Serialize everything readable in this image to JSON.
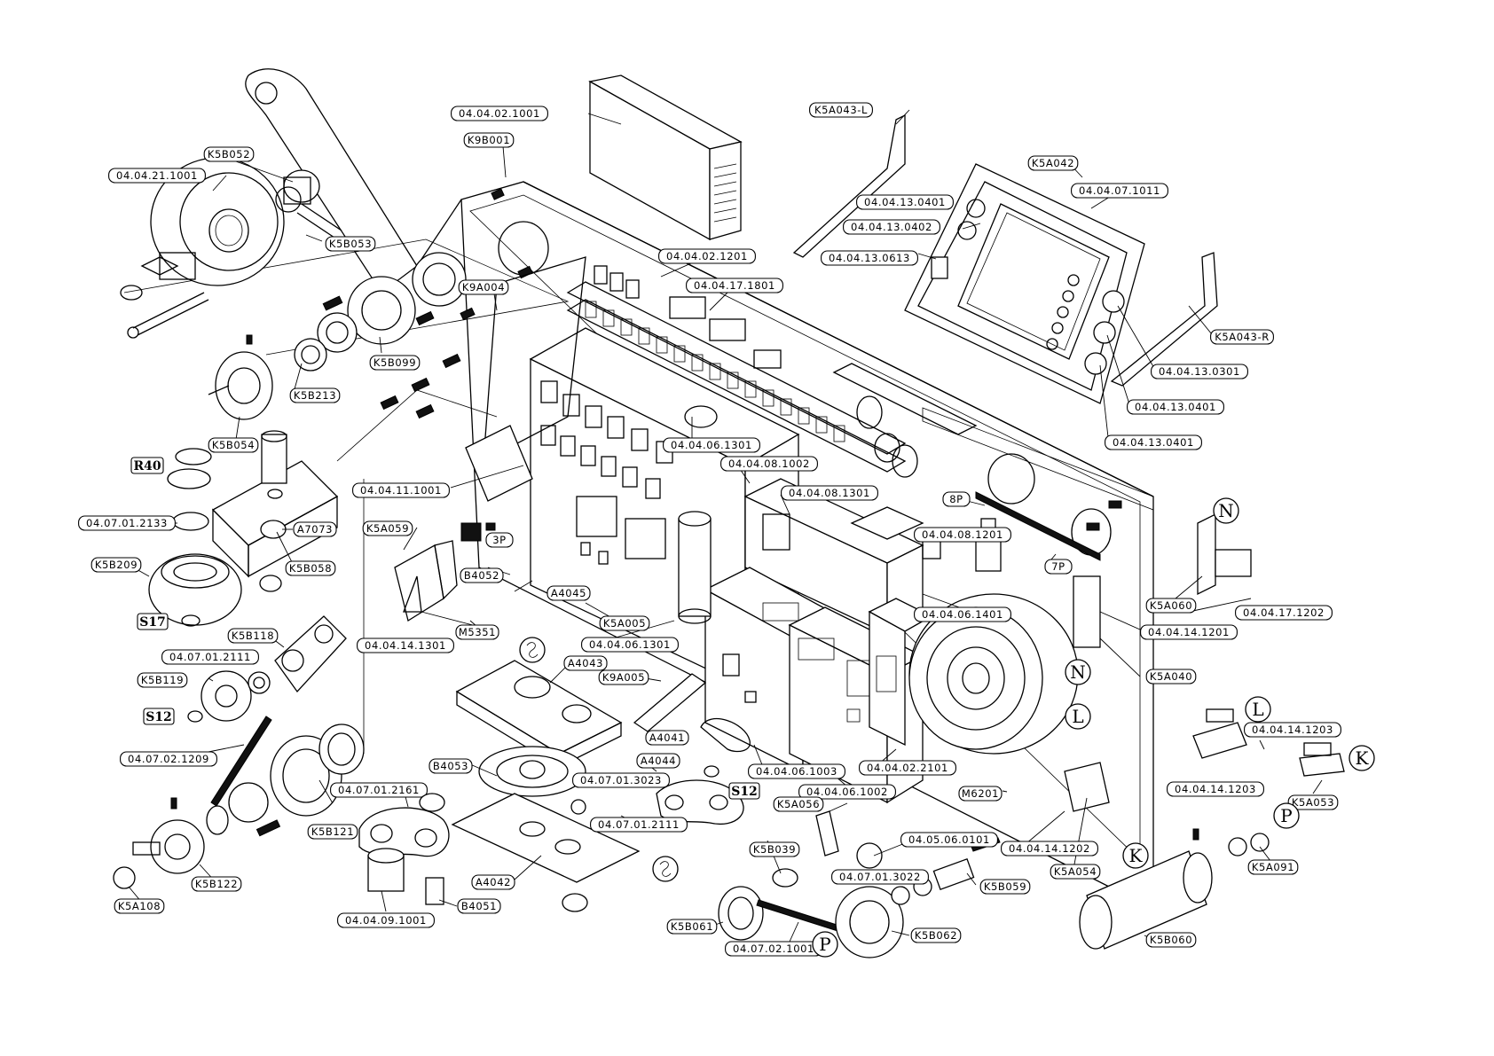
{
  "labels": [
    {
      "id": "lbl-04-04-02-1001",
      "text": "04.04.02.1001"
    },
    {
      "id": "lbl-k9b001",
      "text": "K9B001"
    },
    {
      "id": "lbl-k5a043-l",
      "text": "K5A043-L"
    },
    {
      "id": "lbl-k5b052",
      "text": "K5B052"
    },
    {
      "id": "lbl-04-04-21-1001",
      "text": "04.04.21.1001"
    },
    {
      "id": "lbl-k5a042",
      "text": "K5A042"
    },
    {
      "id": "lbl-04-04-07-1011",
      "text": "04.04.07.1011"
    },
    {
      "id": "lbl-04-04-13-0401-a",
      "text": "04.04.13.0401"
    },
    {
      "id": "lbl-04-04-13-0402",
      "text": "04.04.13.0402"
    },
    {
      "id": "lbl-04-04-13-0613",
      "text": "04.04.13.0613"
    },
    {
      "id": "lbl-k5b053",
      "text": "K5B053"
    },
    {
      "id": "lbl-04-04-02-1201",
      "text": "04.04.02.1201"
    },
    {
      "id": "lbl-k9a004",
      "text": "K9A004"
    },
    {
      "id": "lbl-04-04-17-1801",
      "text": "04.04.17.1801"
    },
    {
      "id": "lbl-k5a043-r",
      "text": "K5A043-R"
    },
    {
      "id": "lbl-k5b099",
      "text": "K5B099"
    },
    {
      "id": "lbl-04-04-13-0301",
      "text": "04.04.13.0301"
    },
    {
      "id": "lbl-k5b213",
      "text": "K5B213"
    },
    {
      "id": "lbl-04-04-13-0401-b",
      "text": "04.04.13.0401"
    },
    {
      "id": "lbl-04-04-06-1301-a",
      "text": "04.04.06.1301"
    },
    {
      "id": "lbl-04-04-13-0401-c",
      "text": "04.04.13.0401"
    },
    {
      "id": "lbl-k5b054",
      "text": "K5B054"
    },
    {
      "id": "lbl-04-04-08-1002",
      "text": "04.04.08.1002"
    },
    {
      "id": "lbl-04-04-11-1001",
      "text": "04.04.11.1001"
    },
    {
      "id": "lbl-04-04-08-1301",
      "text": "04.04.08.1301"
    },
    {
      "id": "lbl-8p",
      "text": "8P"
    },
    {
      "id": "lbl-04-07-01-2133",
      "text": "04.07.01.2133"
    },
    {
      "id": "lbl-a7073",
      "text": "A7073"
    },
    {
      "id": "lbl-k5a059",
      "text": "K5A059"
    },
    {
      "id": "lbl-3p",
      "text": "3P"
    },
    {
      "id": "lbl-04-04-08-1201",
      "text": "04.04.08.1201"
    },
    {
      "id": "lbl-k5b209",
      "text": "K5B209"
    },
    {
      "id": "lbl-k5b058",
      "text": "K5B058"
    },
    {
      "id": "lbl-b4052",
      "text": "B4052"
    },
    {
      "id": "lbl-7p",
      "text": "7P"
    },
    {
      "id": "lbl-k5a060",
      "text": "K5A060"
    },
    {
      "id": "lbl-04-04-17-1202",
      "text": "04.04.17.1202"
    },
    {
      "id": "lbl-a4045",
      "text": "A4045"
    },
    {
      "id": "lbl-04-04-06-1401",
      "text": "04.04.06.1401"
    },
    {
      "id": "lbl-k5a005",
      "text": "K5A005"
    },
    {
      "id": "lbl-04-04-14-1201",
      "text": "04.04.14.1201"
    },
    {
      "id": "lbl-k5b118",
      "text": "K5B118"
    },
    {
      "id": "lbl-m5351",
      "text": "M5351"
    },
    {
      "id": "lbl-04-04-14-1301",
      "text": "04.04.14.1301"
    },
    {
      "id": "lbl-04-04-06-1301-b",
      "text": "04.04.06.1301"
    },
    {
      "id": "lbl-04-07-01-2111-a",
      "text": "04.07.01.2111"
    },
    {
      "id": "lbl-a4043",
      "text": "A4043"
    },
    {
      "id": "lbl-k5a040",
      "text": "K5A040"
    },
    {
      "id": "lbl-k5b119",
      "text": "K5B119"
    },
    {
      "id": "lbl-k9a005",
      "text": "K9A005"
    },
    {
      "id": "lbl-04-04-14-1203-a",
      "text": "04.04.14.1203"
    },
    {
      "id": "lbl-a4041",
      "text": "A4041"
    },
    {
      "id": "lbl-04-07-02-1209",
      "text": "04.07.02.1209"
    },
    {
      "id": "lbl-b4053",
      "text": "B4053"
    },
    {
      "id": "lbl-a4044",
      "text": "A4044"
    },
    {
      "id": "lbl-04-04-06-1003",
      "text": "04.04.06.1003"
    },
    {
      "id": "lbl-04-04-02-2101",
      "text": "04.04.02.2101"
    },
    {
      "id": "lbl-04-07-01-3023",
      "text": "04.07.01.3023"
    },
    {
      "id": "lbl-04-04-14-1203-b",
      "text": "04.04.14.1203"
    },
    {
      "id": "lbl-04-07-01-2161",
      "text": "04.07.01.2161"
    },
    {
      "id": "lbl-04-04-06-1002",
      "text": "04.04.06.1002"
    },
    {
      "id": "lbl-m6201",
      "text": "M6201"
    },
    {
      "id": "lbl-k5a053",
      "text": "K5A053"
    },
    {
      "id": "lbl-k5a056",
      "text": "K5A056"
    },
    {
      "id": "lbl-k5b121",
      "text": "K5B121"
    },
    {
      "id": "lbl-04-07-01-2111-b",
      "text": "04.07.01.2111"
    },
    {
      "id": "lbl-k5b039",
      "text": "K5B039"
    },
    {
      "id": "lbl-04-05-06-0101",
      "text": "04.05.06.0101"
    },
    {
      "id": "lbl-04-04-14-1202",
      "text": "04.04.14.1202"
    },
    {
      "id": "lbl-k5a091",
      "text": "K5A091"
    },
    {
      "id": "lbl-04-07-01-3022",
      "text": "04.07.01.3022"
    },
    {
      "id": "lbl-k5a054",
      "text": "K5A054"
    },
    {
      "id": "lbl-k5b122",
      "text": "K5B122"
    },
    {
      "id": "lbl-a4042",
      "text": "A4042"
    },
    {
      "id": "lbl-k5b059",
      "text": "K5B059"
    },
    {
      "id": "lbl-k5a108",
      "text": "K5A108"
    },
    {
      "id": "lbl-b4051",
      "text": "B4051"
    },
    {
      "id": "lbl-04-04-09-1001",
      "text": "04.04.09.1001"
    },
    {
      "id": "lbl-k5b061",
      "text": "K5B061"
    },
    {
      "id": "lbl-k5b062",
      "text": "K5B062"
    },
    {
      "id": "lbl-k5b060",
      "text": "K5B060"
    },
    {
      "id": "lbl-04-07-02-1001",
      "text": "04.07.02.1001"
    }
  ],
  "tags": [
    {
      "id": "tag-r40",
      "text": "R40"
    },
    {
      "id": "tag-s17",
      "text": "S17"
    },
    {
      "id": "tag-s12-a",
      "text": "S12"
    },
    {
      "id": "tag-s12-b",
      "text": "S12"
    }
  ],
  "circle_markers": [
    {
      "id": "mk-n-1",
      "text": "N"
    },
    {
      "id": "mk-n-2",
      "text": "N"
    },
    {
      "id": "mk-l-1",
      "text": "L"
    },
    {
      "id": "mk-l-2",
      "text": "L"
    },
    {
      "id": "mk-k-1",
      "text": "K"
    },
    {
      "id": "mk-k-2",
      "text": "K"
    },
    {
      "id": "mk-p-1",
      "text": "P"
    },
    {
      "id": "mk-p-2",
      "text": "P"
    }
  ]
}
